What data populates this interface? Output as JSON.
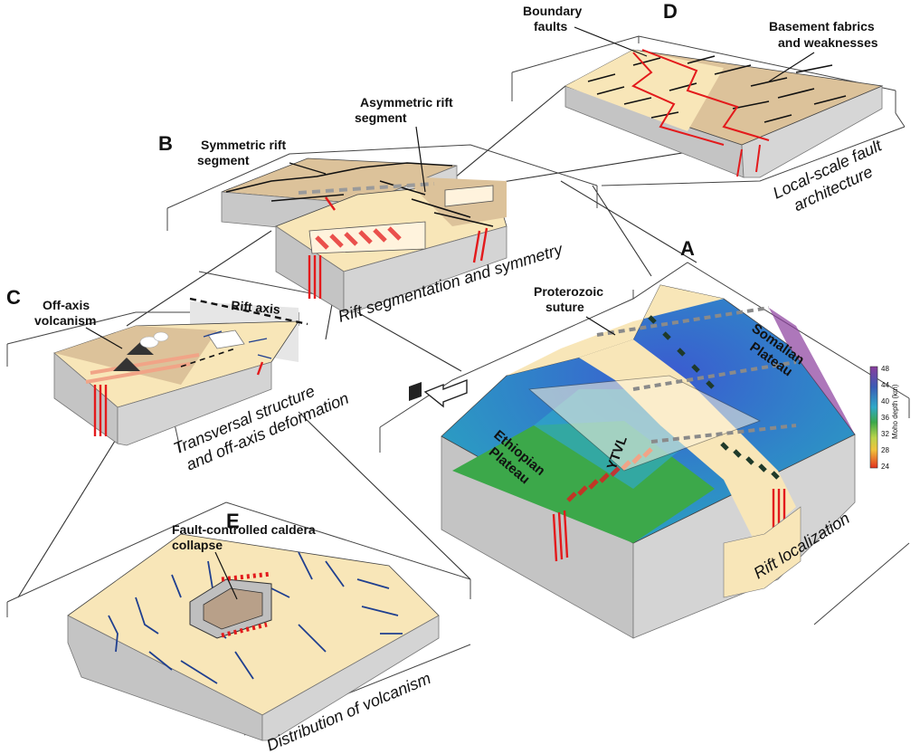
{
  "panels": {
    "a": {
      "letter": "A",
      "caption": "Rift localization",
      "callout_suture": "Proterozoic suture",
      "plateau_somali": "Somalian Plateau",
      "plateau_ethio": "Ethiopian Plateau",
      "ytvl": "YTVL"
    },
    "b": {
      "letter": "B",
      "caption": "Rift segmentation and symmetry",
      "callout_sym": "Symmetric rift segment",
      "callout_asym": "Asymmetric rift segment"
    },
    "c": {
      "letter": "C",
      "caption": "Transversal structure and off-axis deformation",
      "callout_volc": "Off-axis volcanism",
      "callout_axis": "Rift axis"
    },
    "d": {
      "letter": "D",
      "caption": "Local-scale fault architecture",
      "callout_boundary": "Boundary faults",
      "callout_basement": "Basement fabrics and weaknesses"
    },
    "e": {
      "letter": "E",
      "caption": "Distribution of volcanism",
      "callout_caldera": "Fault-controlled caldera collapse"
    }
  },
  "colorbar": {
    "title": "Moho depth (km)",
    "ticks": [
      "48",
      "44",
      "40",
      "36",
      "32",
      "28",
      "24"
    ]
  },
  "colors": {
    "sand": "#f8e6b8",
    "tan": "#dcc29a",
    "gray_side": "#c8c8c8",
    "gray_dark": "#a4a4a4",
    "fault_red": "#e31a1c",
    "fabric_blue": "#1f3f8f",
    "moho_blue": "#2a6fc0",
    "moho_green": "#3ca84a"
  }
}
